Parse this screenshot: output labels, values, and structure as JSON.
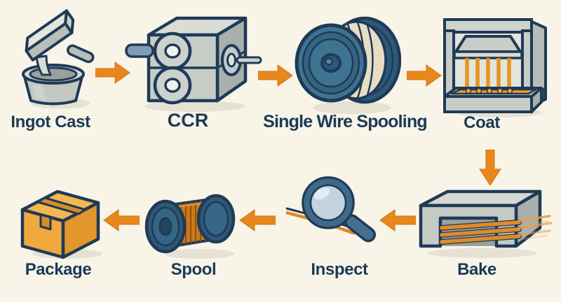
{
  "diagram_type": "process-flow",
  "background_color": "#f8f4e7",
  "accent_colors": {
    "arrow_orange": "#e8871c",
    "label_navy": "#1b3a57",
    "outline_navy": "#1f3a57",
    "steel_blue": "#2d5977",
    "machine_gray": "#c7ccc6",
    "copper_wire": "#c9791c",
    "coat_orange": "#f09b26",
    "box_orange": "#f0a93e",
    "raw_wire_cream": "#e6ddc4"
  },
  "process": {
    "top_row": [
      {
        "id": "ingot-cast",
        "label": "Ingot Cast",
        "icon": "ingot-cast-icon"
      },
      {
        "id": "ccr",
        "label": "CCR",
        "icon": "ccr-rolling-mill-icon"
      },
      {
        "id": "single-wire-spooling",
        "label": "Single Wire Spooling",
        "icon": "wire-spool-large-icon"
      },
      {
        "id": "coat",
        "label": "Coat",
        "icon": "coating-machine-icon"
      }
    ],
    "bottom_row": [
      {
        "id": "package",
        "label": "Package",
        "icon": "cardboard-box-icon"
      },
      {
        "id": "spool",
        "label": "Spool",
        "icon": "copper-spool-icon"
      },
      {
        "id": "inspect",
        "label": "Inspect",
        "icon": "magnifying-glass-icon"
      },
      {
        "id": "bake",
        "label": "Bake",
        "icon": "baking-oven-icon"
      }
    ],
    "flow_order": [
      "Ingot Cast",
      "CCR",
      "Single Wire Spooling",
      "Coat",
      "Bake",
      "Inspect",
      "Spool",
      "Package"
    ],
    "arrows": [
      {
        "from": "Ingot Cast",
        "to": "CCR",
        "direction": "right"
      },
      {
        "from": "CCR",
        "to": "Single Wire Spooling",
        "direction": "right"
      },
      {
        "from": "Single Wire Spooling",
        "to": "Coat",
        "direction": "right"
      },
      {
        "from": "Coat",
        "to": "Bake",
        "direction": "down"
      },
      {
        "from": "Bake",
        "to": "Inspect",
        "direction": "left"
      },
      {
        "from": "Inspect",
        "to": "Spool",
        "direction": "left"
      },
      {
        "from": "Spool",
        "to": "Package",
        "direction": "left"
      }
    ]
  }
}
